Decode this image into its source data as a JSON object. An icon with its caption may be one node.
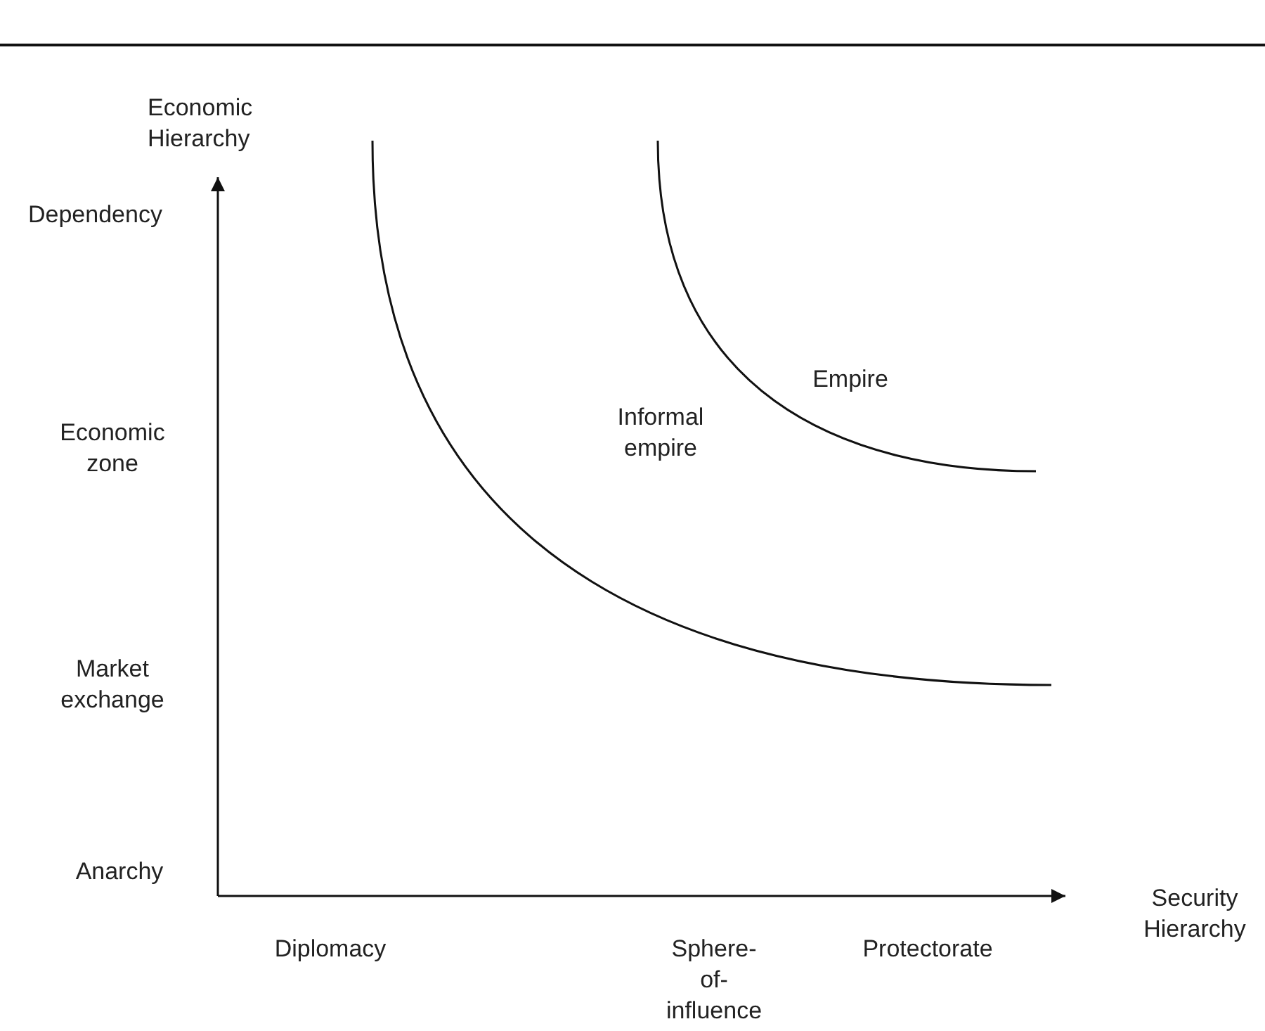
{
  "diagram": {
    "labels": [
      "Economic Hierarchy",
      "Dependency",
      "Empire",
      "Economic zone",
      "Informal empire",
      "Market exchange",
      "Anarchy",
      "Security Hierarchy",
      "Diplomacy",
      "Sphere-of-influence",
      "Protectorate"
    ]
  }
}
